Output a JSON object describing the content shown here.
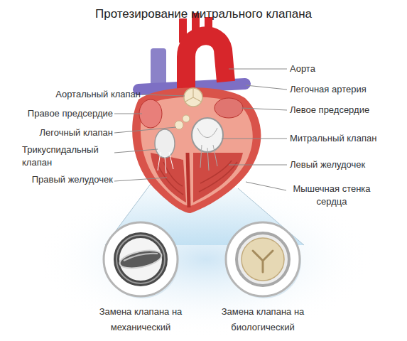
{
  "diagram": {
    "title": "Протезирование митрального клапана",
    "nodes": [
      {
        "text": [
          "Замена клапана на механический"
        ]
      },
      {
        "text": [
          "Замена клапана на биологический"
        ]
      }
    ],
    "labels": [
      "Аорта",
      "Аортальный клапан",
      "Легочная артерия",
      "Правое предсердие",
      "Левое предсердие",
      "Легочный клапан",
      "Митральный клапан",
      "Трикуспидальный клапан",
      "Левый желудочек",
      "Правый желудочек",
      "Мышечная стенка сердца"
    ]
  }
}
